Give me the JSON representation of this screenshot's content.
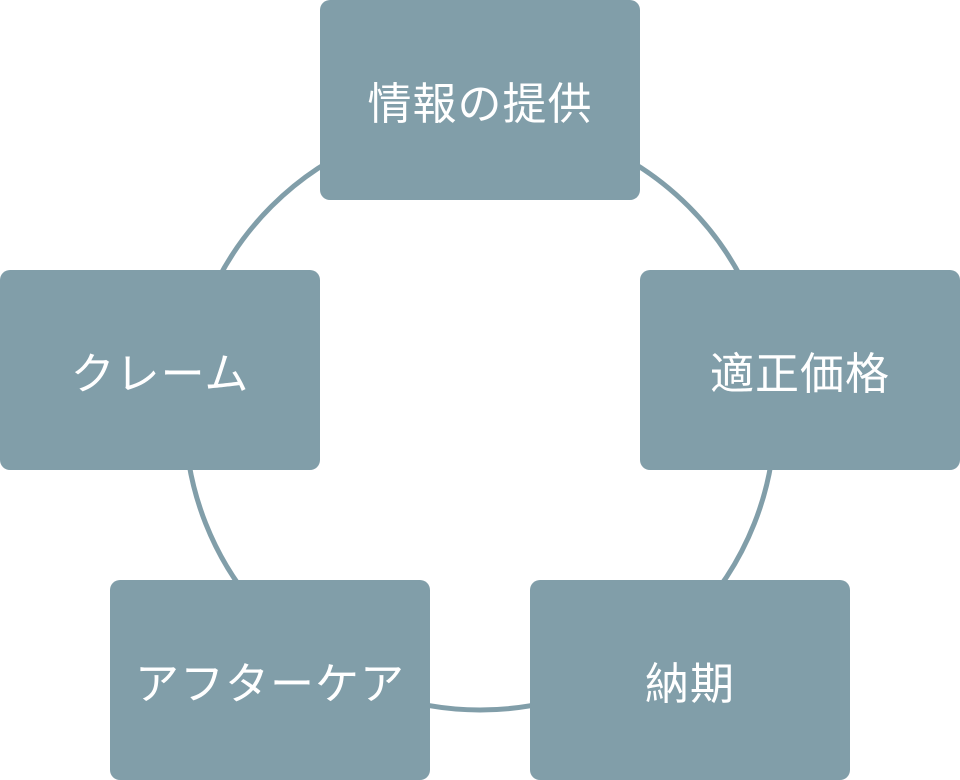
{
  "diagram": {
    "colors": {
      "box_fill": "#819ea9",
      "ring_stroke": "#819ea9",
      "text": "#ffffff",
      "background": "#ffffff"
    },
    "nodes": [
      {
        "label": "情報の提供"
      },
      {
        "label": "適正価格"
      },
      {
        "label": "納期"
      },
      {
        "label": "アフターケア"
      },
      {
        "label": "クレーム"
      }
    ]
  }
}
